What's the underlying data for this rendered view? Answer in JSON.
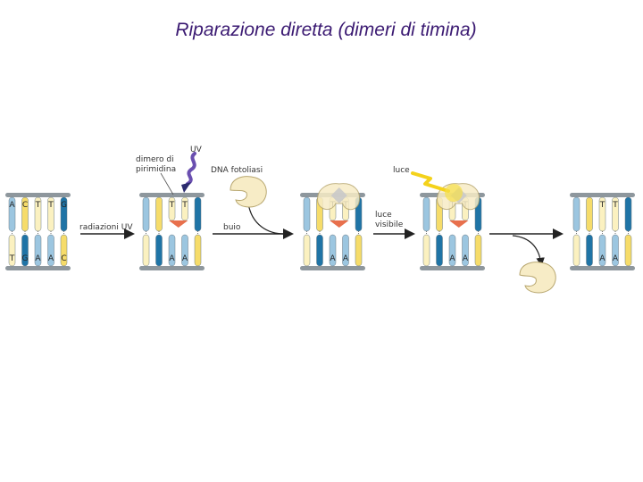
{
  "title": "Riparazione diretta (dimeri di timina)",
  "colors": {
    "light_blue": "#9cc6e0",
    "dark_blue": "#1f74a6",
    "yellow": "#f6dc6a",
    "pale_yellow": "#fbf1c0",
    "backbone": "#8e979d",
    "enzyme_fill": "#f7ecc6",
    "arrow_red": "#e4572e",
    "uv_purple": "#6a4fb0",
    "light_yellow_bolt": "#f4d21b"
  },
  "labels": {
    "uv_radiation": "radiazioni UV",
    "uv": "UV",
    "dimer_line1": "dimero di",
    "dimer_line2": "pirimidina",
    "photolyase": "DNA fotoliasi",
    "dark": "buio",
    "light": "luce",
    "visible_light_line1": "luce",
    "visible_light_line2": "visibile"
  },
  "bases": {
    "top": [
      "A",
      "C",
      "T",
      "T",
      "G"
    ],
    "bottom": [
      "T",
      "G",
      "A",
      "A",
      "C"
    ],
    "dimer": [
      "T",
      "T"
    ],
    "pair_bottom": [
      "A",
      "A"
    ]
  }
}
